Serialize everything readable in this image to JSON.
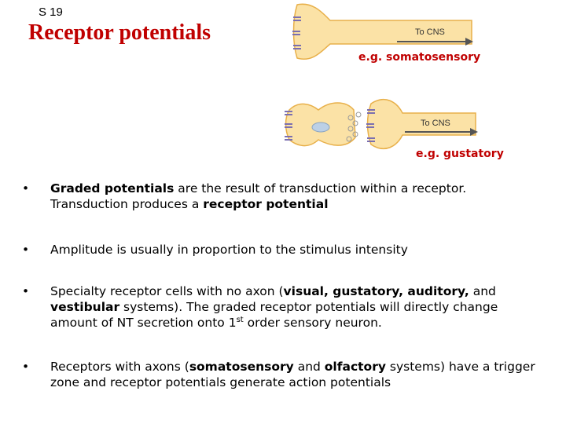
{
  "slide": {
    "number": "S 19",
    "title": "Receptor potentials"
  },
  "figure": {
    "caption_top": "e.g. somatosensory",
    "caption_bottom": "e.g. gustatory",
    "arrow_label_top": "To CNS",
    "arrow_label_bottom": "To CNS",
    "colors": {
      "cell_fill": "#fbe2a6",
      "cell_outline": "#e8b04a",
      "channel": "#7b6fb0",
      "caption": "#c00000"
    }
  },
  "bullets": {
    "bullet_char": "•",
    "b1": {
      "t1": "Graded potentials",
      "t2": " are the result of transduction within a receptor. Transduction produces a ",
      "t3": "receptor potential"
    },
    "b2": {
      "t1": "Amplitude is usually in proportion to the stimulus intensity"
    },
    "b3": {
      "t1": "Specialty receptor cells with no axon (",
      "t2": "visual, gustatory, auditory,",
      "t3": " and ",
      "t4": "vestibular",
      "t5": " systems). The graded receptor potentials will directly change amount of NT secretion onto 1",
      "t6": "st",
      "t7": " order sensory neuron."
    },
    "b4": {
      "t1": "Receptors with axons (",
      "t2": "somatosensory",
      "t3": " and ",
      "t4": "olfactory",
      "t5": " systems) have a trigger zone and receptor potentials generate action potentials"
    }
  }
}
